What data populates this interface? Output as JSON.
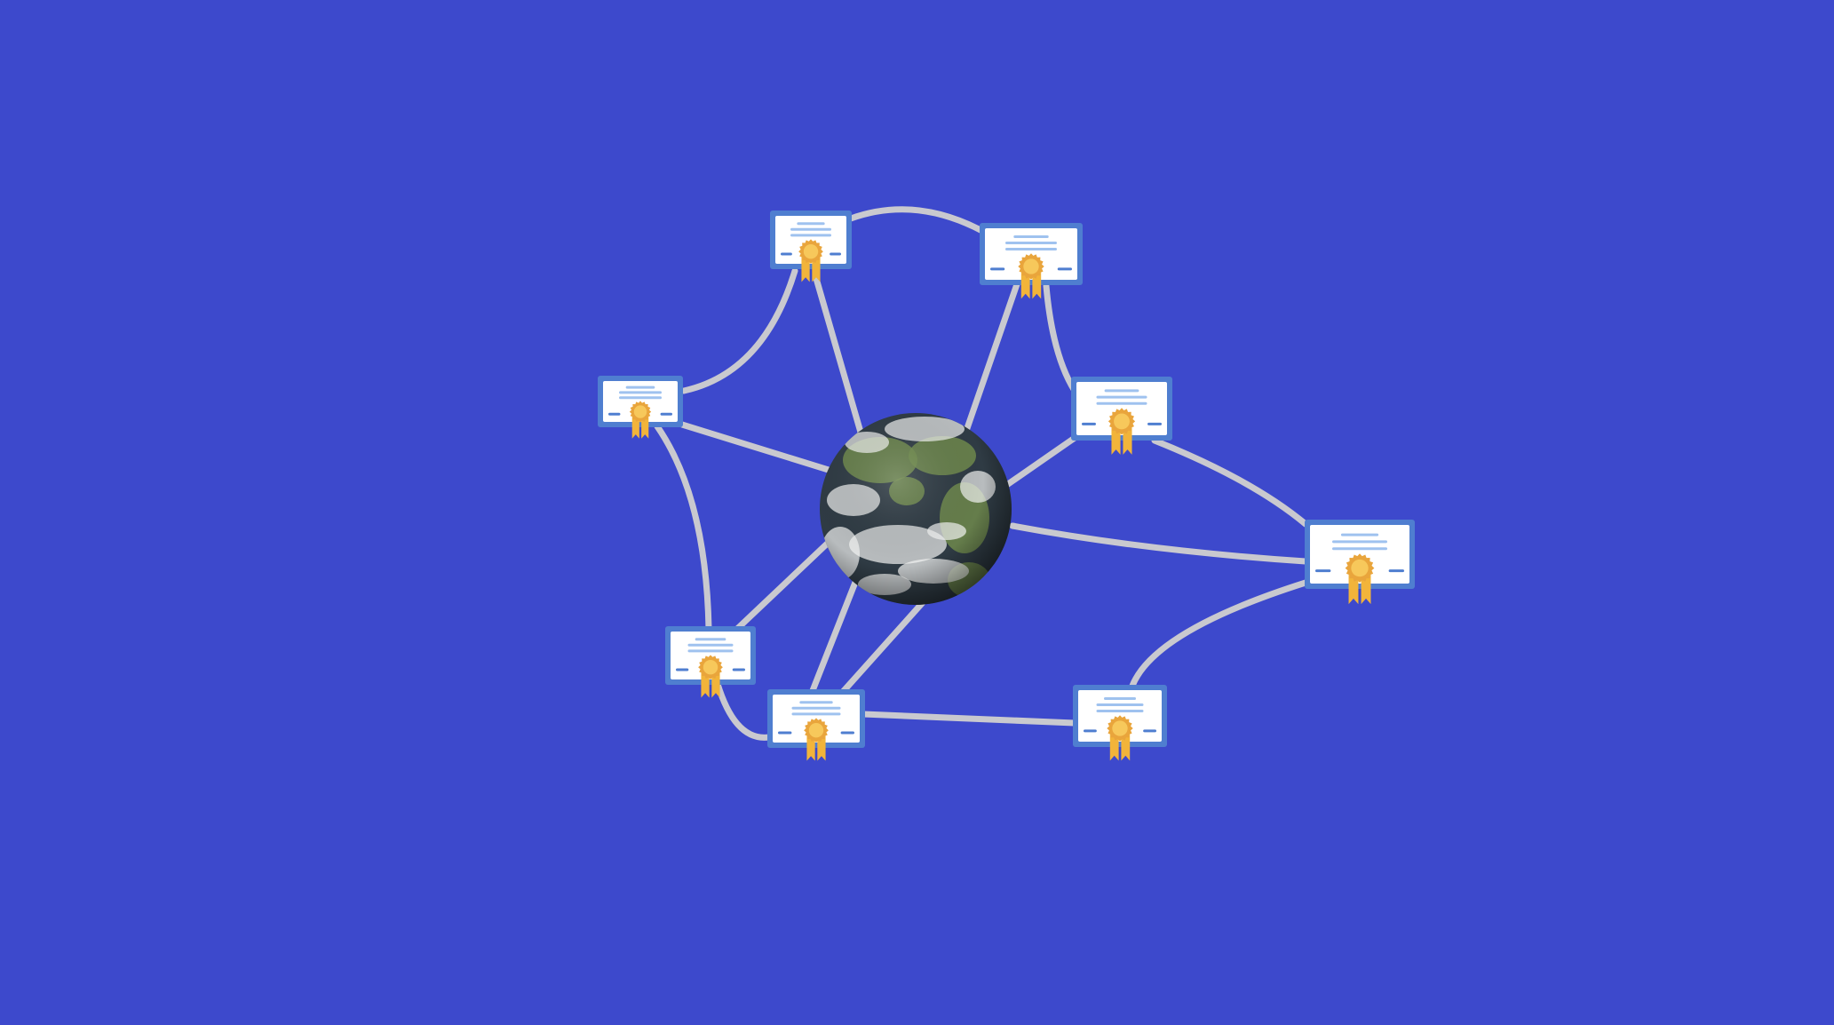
{
  "background_color": "#3d49cc",
  "connector_color": "#c9c9cf",
  "certificate": {
    "frame_color": "#4f7ed0",
    "paper_color": "#ffffff",
    "line_color": "#9fc2ef",
    "seal_color": "#e9a53c",
    "seal_core_color": "#f7c85b",
    "ribbon_color": "#f2b43a"
  },
  "globe": {
    "ocean_color": "#2f3b44",
    "land_color": "#6f8a4c",
    "cloud_color": "#f2f3f2"
  },
  "nodes": [
    {
      "id": "cert-top-left",
      "kind": "certificate"
    },
    {
      "id": "cert-top-right",
      "kind": "certificate"
    },
    {
      "id": "cert-left",
      "kind": "certificate"
    },
    {
      "id": "cert-right-upper",
      "kind": "certificate"
    },
    {
      "id": "cert-far-right",
      "kind": "certificate"
    },
    {
      "id": "cert-bottom-left",
      "kind": "certificate"
    },
    {
      "id": "cert-bottom-center",
      "kind": "certificate"
    },
    {
      "id": "cert-bottom-right",
      "kind": "certificate"
    },
    {
      "id": "globe",
      "kind": "globe"
    }
  ],
  "edges": [
    {
      "from": "cert-top-left",
      "to": "cert-top-right"
    },
    {
      "from": "cert-top-left",
      "to": "cert-left"
    },
    {
      "from": "cert-top-left",
      "to": "globe"
    },
    {
      "from": "cert-top-right",
      "to": "globe"
    },
    {
      "from": "cert-top-right",
      "to": "cert-right-upper"
    },
    {
      "from": "cert-left",
      "to": "globe"
    },
    {
      "from": "cert-left",
      "to": "cert-bottom-left"
    },
    {
      "from": "cert-right-upper",
      "to": "globe"
    },
    {
      "from": "cert-right-upper",
      "to": "cert-far-right"
    },
    {
      "from": "globe",
      "to": "cert-far-right"
    },
    {
      "from": "cert-far-right",
      "to": "cert-bottom-right"
    },
    {
      "from": "globe",
      "to": "cert-bottom-left"
    },
    {
      "from": "globe",
      "to": "cert-bottom-center"
    },
    {
      "from": "globe",
      "to": "cert-bottom-right"
    },
    {
      "from": "cert-bottom-left",
      "to": "cert-bottom-center"
    },
    {
      "from": "cert-bottom-center",
      "to": "cert-bottom-right"
    }
  ]
}
